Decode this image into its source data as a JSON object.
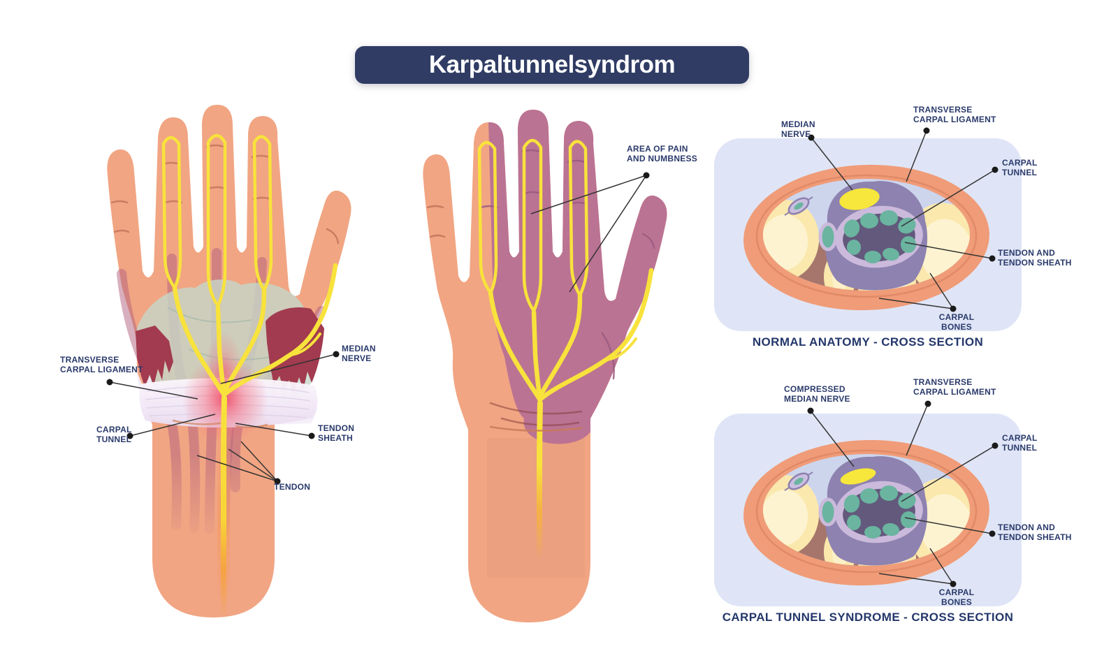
{
  "title": "Karpaltunnelsyndrom",
  "palmar_view": {
    "labels": {
      "transverse_carpal_ligament": "TRANSVERSE\nCARPAL LIGAMENT",
      "carpal_tunnel": "CARPAL\nTUNNEL",
      "median_nerve": "MEDIAN\nNERVE",
      "tendon_sheath": "TENDON\nSHEATH",
      "tendon": "TENDON"
    }
  },
  "pain_distribution_view": {
    "label": "AREA OF PAIN\nAND NUMBNESS"
  },
  "cross_sections": [
    {
      "id": "normal",
      "caption": "NORMAL ANATOMY - CROSS SECTION",
      "labels": {
        "median_nerve": "MEDIAN\nNERVE",
        "transverse_carpal_ligament": "TRANSVERSE\nCARPAL LIGAMENT",
        "carpal_tunnel": "CARPAL\nTUNNEL",
        "tendon_and_tendon_sheath": "TENDON AND\nTENDON SHEATH",
        "carpal_bones": "CARPAL\nBONES"
      }
    },
    {
      "id": "syndrome",
      "caption": "CARPAL TUNNEL SYNDROME - CROSS SECTION",
      "labels": {
        "compressed_median_nerve": "COMPRESSED\nMEDIAN NERVE",
        "transverse_carpal_ligament": "TRANSVERSE\nCARPAL LIGAMENT",
        "carpal_tunnel": "CARPAL\nTUNNEL",
        "tendon_and_tendon_sheath": "TENDON AND\nTENDON SHEATH",
        "carpal_bones": "CARPAL\nBONES"
      }
    }
  ],
  "colors": {
    "banner_navy": "#303c64",
    "label_navy": "#2a3a6b",
    "skin": "#f1a583",
    "nerve_yellow": "#f8e23c",
    "tendon_mauve": "#b2607e",
    "pain_purple": "#b76f95",
    "muscle_red": "#a23b4f",
    "panel_lavender": "#dfe5f6",
    "wrist_ring_salmon": "#f09c78",
    "bone_yellow": "#fae8ad",
    "tunnel_purple": "#63597c",
    "tunnel_mass": "#8d82b0",
    "tendon_teal": "#6ab4a0",
    "inflammation_red": "#ef4a63"
  }
}
